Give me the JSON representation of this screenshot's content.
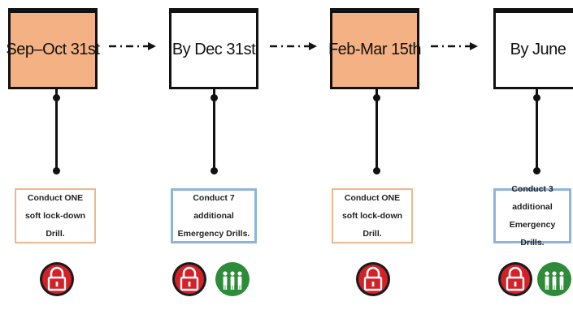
{
  "phases": [
    {
      "label": "Sep–Oct 31st",
      "fill": "#f4b183",
      "note": "Conduct ONE soft lock-down Drill.",
      "note_style": "orange",
      "icons": [
        "lock-icon"
      ]
    },
    {
      "label": "By Dec 31st",
      "fill": "#ffffff",
      "note": "Conduct 7 additional Emergency Drills.",
      "note_style": "blue",
      "icons": [
        "lock-icon",
        "people-icon"
      ]
    },
    {
      "label": "Feb-Mar 15th",
      "fill": "#f4b183",
      "note": "Conduct ONE soft lock-down Drill.",
      "note_style": "orange",
      "icons": [
        "lock-icon"
      ]
    },
    {
      "label": "By June",
      "fill": "#ffffff",
      "note": "Conduct 3 additional Emergency Drills.",
      "note_style": "blue",
      "icons": [
        "lock-icon",
        "people-icon"
      ]
    }
  ],
  "colors": {
    "lock_red": "#d42027",
    "people_green": "#2e8b3a",
    "orange_fill": "#f4b183",
    "blue_border": "#8fb4dc",
    "orange_border": "#f0b88a"
  }
}
